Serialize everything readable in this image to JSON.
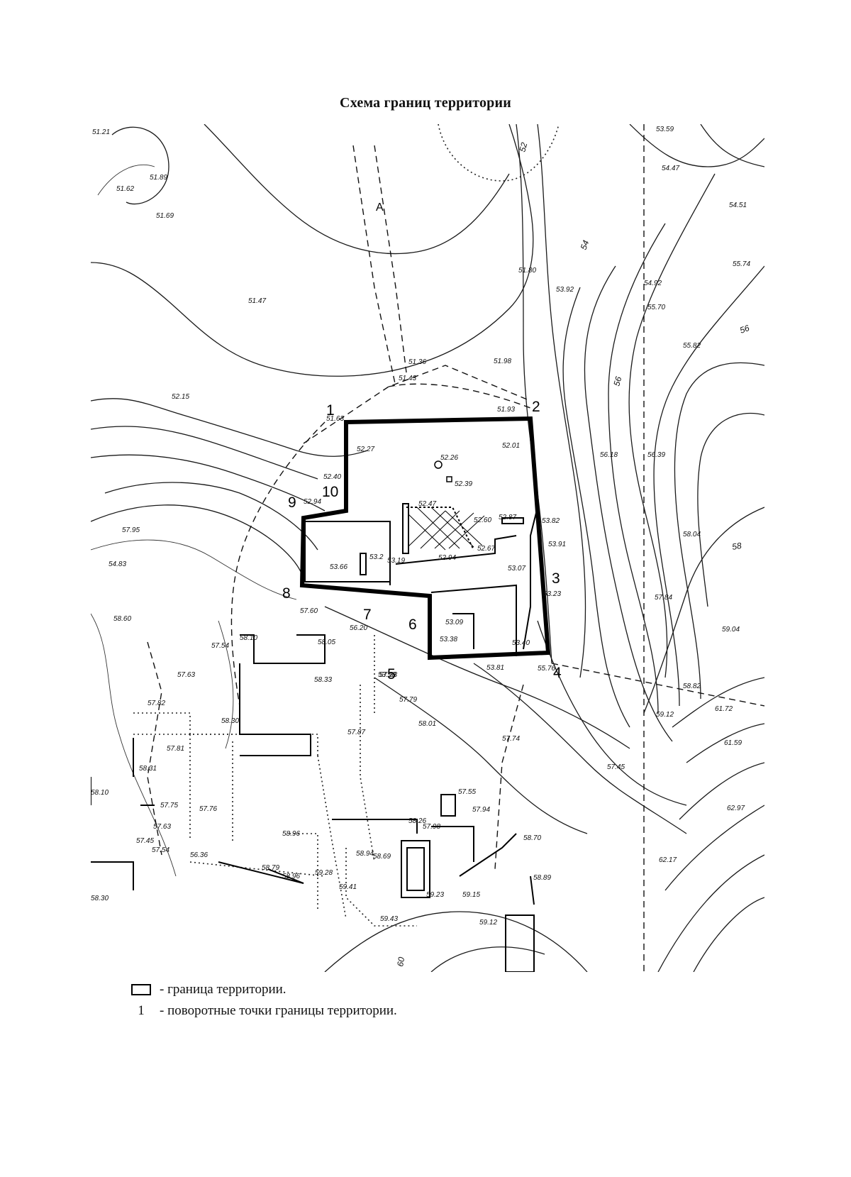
{
  "title": "Схема границ территории",
  "map": {
    "boundary_points": [
      "1",
      "2",
      "3",
      "4",
      "5",
      "6",
      "7",
      "8",
      "9",
      "10"
    ],
    "road_label": "A",
    "contour_labels": [
      "52",
      "54",
      "56",
      "56",
      "58",
      "60"
    ],
    "elevations": [
      "51.89",
      "51.62",
      "51.69",
      "51.47",
      "51.36",
      "51.43",
      "51.98",
      "51.93",
      "51.80",
      "51.21",
      "52.15",
      "51.63",
      "52.27",
      "52.26",
      "52.39",
      "52.01",
      "52.40",
      "52.94",
      "52.47",
      "52.60",
      "52.87",
      "53.82",
      "53.91",
      "53.23",
      "53.07",
      "52.94",
      "53.66",
      "53.2",
      "53.19",
      "52.67",
      "53.09",
      "53.38",
      "53.40",
      "53.81",
      "55.76",
      "53.98",
      "53.92",
      "53.59",
      "54.47",
      "54.51",
      "54.92",
      "55.74",
      "55.70",
      "55.82",
      "56.18",
      "56.39",
      "57.95",
      "54.83",
      "58.04",
      "57.84",
      "58.60",
      "57.54",
      "58.10",
      "57.63",
      "57.60",
      "56.20",
      "58.05",
      "58.33",
      "57.23",
      "57.79",
      "58.01",
      "57.74",
      "57.82",
      "58.30",
      "57.87",
      "57.81",
      "58.31",
      "58.10",
      "57.75",
      "57.76",
      "57.63",
      "58.96",
      "57.45",
      "57.54",
      "56.36",
      "58.79",
      "58.96",
      "59.28",
      "58.30",
      "59.41",
      "59.43",
      "58.94",
      "58.69",
      "59.23",
      "59.15",
      "59.12",
      "57.55",
      "57.94",
      "57.98",
      "58.26",
      "58.70",
      "58.89",
      "57.45",
      "59.04",
      "58.82",
      "59.12",
      "61.72",
      "61.59",
      "62.97",
      "62.17"
    ]
  },
  "legend": {
    "boundary": "- граница территории.",
    "turning_number": "1",
    "turning": "- поворотные точки границы территории."
  }
}
